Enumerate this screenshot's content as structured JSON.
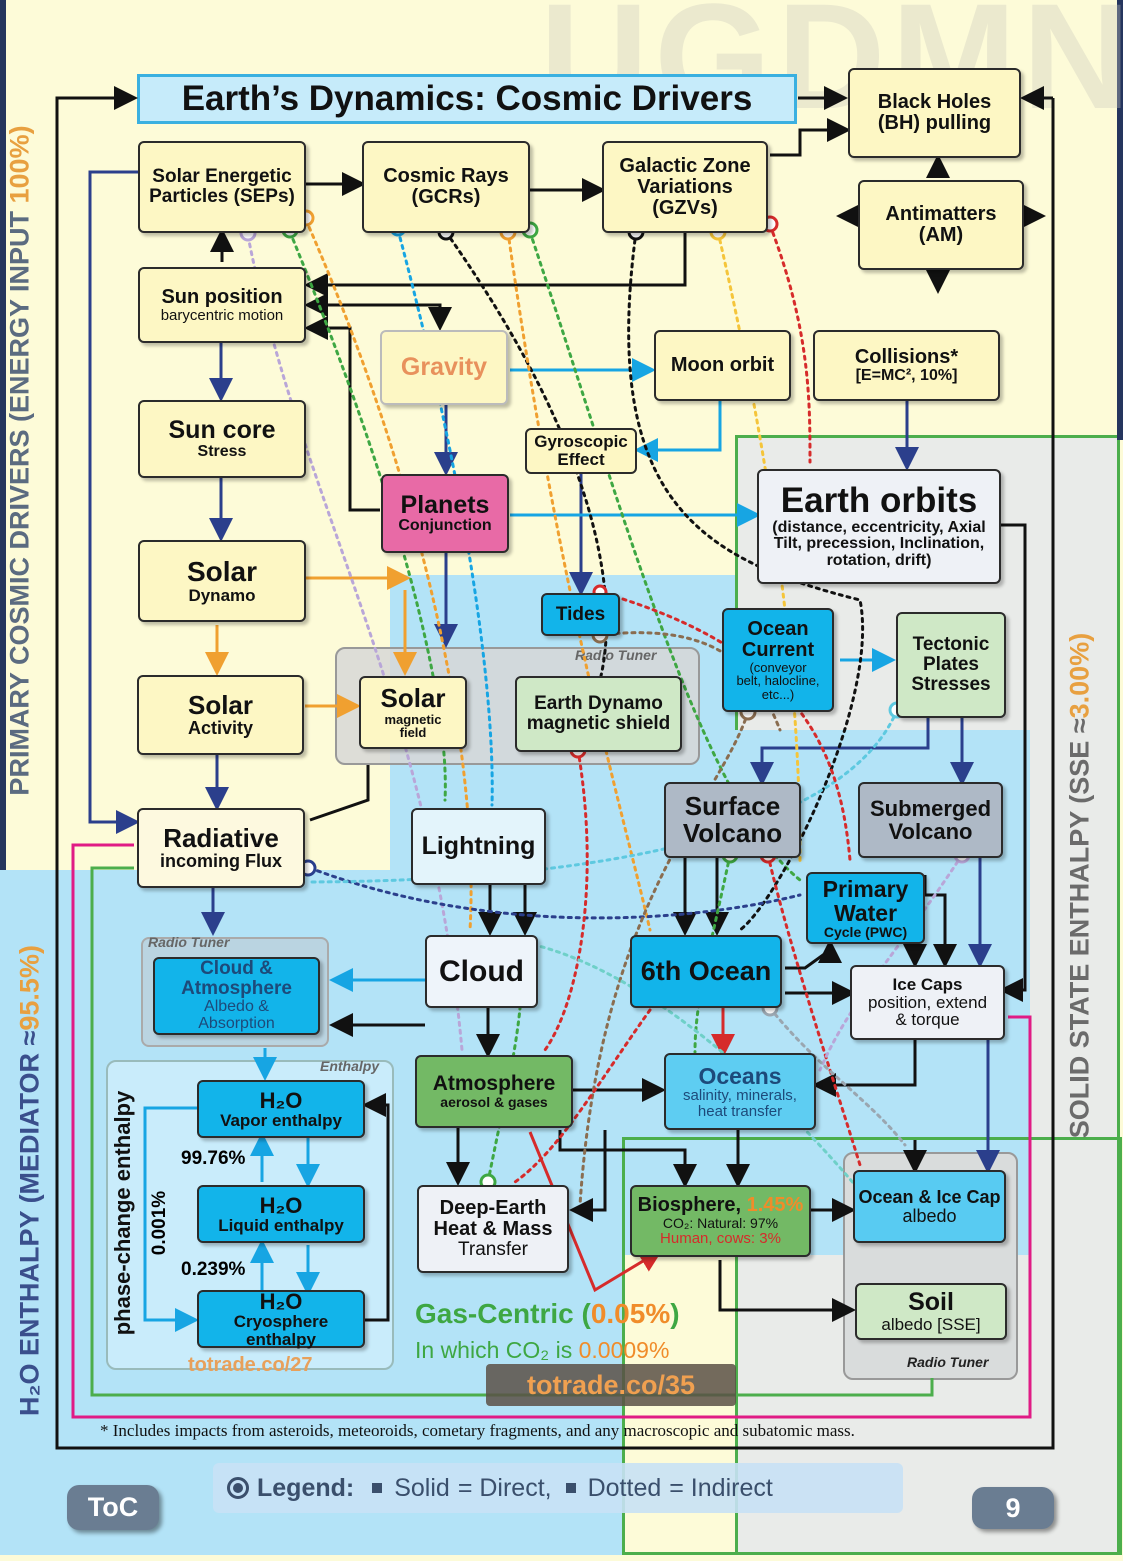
{
  "watermark": "UGDMN",
  "title": "Earth’s Dynamics: Cosmic Drivers",
  "side_labels": {
    "left_top_main": "PRIMARY COSMIC DRIVERS (ENERGY INPUT ",
    "left_top_pct": "100%)",
    "left_bottom_main": "H₂O ENTHALPY (MEDIATOR ≈",
    "left_bottom_pct": "95.5%)",
    "right_main": "SOLID STATE  ENTHALPY (SSE ≈",
    "right_pct": "3.00%)"
  },
  "nodes": {
    "seps": {
      "l1": "Solar Energetic",
      "l2": "Particles (SEPs)"
    },
    "gcrs": {
      "l1": "Cosmic Rays",
      "l2": "(GCRs)"
    },
    "gzvs": {
      "l1": "Galactic Zone",
      "l2": "Variations",
      "l3": "(GZVs)"
    },
    "bh": {
      "l1": "Black Holes",
      "l2": "(BH) pulling"
    },
    "am": {
      "l1": "Antimatters",
      "l2": "(AM)"
    },
    "sunpos": {
      "l1": "Sun position",
      "l2": "barycentric motion"
    },
    "gravity": "Gravity",
    "moon": "Moon orbit",
    "collisions": {
      "l1": "Collisions*",
      "l2": "[E=MC², 10%]"
    },
    "suncore": {
      "l1": "Sun core",
      "l2": "Stress"
    },
    "gyro": {
      "l1": "Gyroscopic",
      "l2": "Effect"
    },
    "planets": {
      "l1": "Planets",
      "l2": "Conjunction"
    },
    "earthorbits": {
      "l1": "Earth orbits",
      "l2": "(distance, eccentricity, Axial",
      "l3": "Tilt, precession, Inclination,",
      "l4": "rotation, drift)"
    },
    "dynamo": {
      "l1": "Solar",
      "l2": "Dynamo"
    },
    "tides": "Tides",
    "ocurrent": {
      "l1": "Ocean",
      "l2": "Current",
      "l3": "(conveyor",
      "l4": "belt, halocline,",
      "l5": "etc...)"
    },
    "tectonic": {
      "l1": "Tectonic",
      "l2": "Plates",
      "l3": "Stresses"
    },
    "activity": {
      "l1": "Solar",
      "l2": "Activity"
    },
    "solarmag": {
      "l1": "Solar",
      "l2": "magnetic",
      "l3": "field"
    },
    "edynamo": {
      "l1": "Earth Dynamo",
      "l2": "magnetic shield"
    },
    "radiative": {
      "l1": "Radiative",
      "l2": "incoming Flux"
    },
    "lightning": "Lightning",
    "svolcano": {
      "l1": "Surface",
      "l2": "Volcano"
    },
    "subvolcano": {
      "l1": "Submerged",
      "l2": "Volcano"
    },
    "pwc": {
      "l1": "Primary",
      "l2": "Water",
      "l3": "Cycle (PWC)"
    },
    "cloudatm": {
      "l1": "Cloud &",
      "l2": "Atmosphere",
      "l3": "Albedo &",
      "l4": "Absorption"
    },
    "cloud": "Cloud",
    "sixth": "6th Ocean",
    "icecaps": {
      "l1": "Ice Caps",
      "l2": "position, extend",
      "l3": "& torque"
    },
    "vapor": {
      "l1": "H₂O",
      "l2": "Vapor enthalpy"
    },
    "atmosphere": {
      "l1": "Atmosphere",
      "l2": "aerosol & gases"
    },
    "oceans": {
      "l1": "Oceans",
      "l2": "salinity, minerals,",
      "l3": "heat transfer"
    },
    "liquid": {
      "l1": "H₂O",
      "l2": "Liquid enthalpy"
    },
    "deep": {
      "l1": "Deep-Earth",
      "l2": "Heat & Mass",
      "l3": "Transfer"
    },
    "biosphere": {
      "l1": "Biosphere, ",
      "pct": "1.45%",
      "l2": "CO₂: Natural: 97%",
      "l3": "Human, cows: 3%"
    },
    "oceanice": {
      "l1": "Ocean & Ice Cap",
      "l2": "albedo"
    },
    "cryo": {
      "l1": "H₂O",
      "l2": "Cryosphere",
      "l3": "enthalpy"
    },
    "soil": {
      "l1": "Soil",
      "l2": "albedo [SSE]"
    }
  },
  "labels": {
    "radio_tuner": "Radio Tuner",
    "enthalpy": "Enthalpy",
    "phase_change": "phase-change enthalpy",
    "pct_9976": "99.76%",
    "pct_0001": "0.001%",
    "pct_0239": "0.239%",
    "link27": "totrade.co/27",
    "gas_centric_a": "Gas-Centric (",
    "gas_centric_pct": "0.05%",
    "gas_centric_b": ")",
    "co2_a": "In which CO₂ is ",
    "co2_pct": "0.0009%",
    "link35": "totrade.co/35",
    "footnote": "* Includes impacts from asteroids, meteoroids, cometary fragments, and any macroscopic and subatomic mass."
  },
  "footer": {
    "toc": "ToC",
    "legend_label": "Legend:",
    "solid": "Solid",
    "direct": "= Direct,",
    "dotted": "Dotted",
    "indirect": "= Indirect",
    "page": "9"
  },
  "colors": {
    "yellow_box": "#fdf7c4",
    "blue_box": "#12b4ea",
    "green_box": "#73b965",
    "pink_box": "#e86aa6",
    "orange": "#f0a030",
    "navy": "#2b3f8c",
    "cyan": "#17a5e3",
    "red": "#d62b2b",
    "green_line": "#3ea743"
  }
}
